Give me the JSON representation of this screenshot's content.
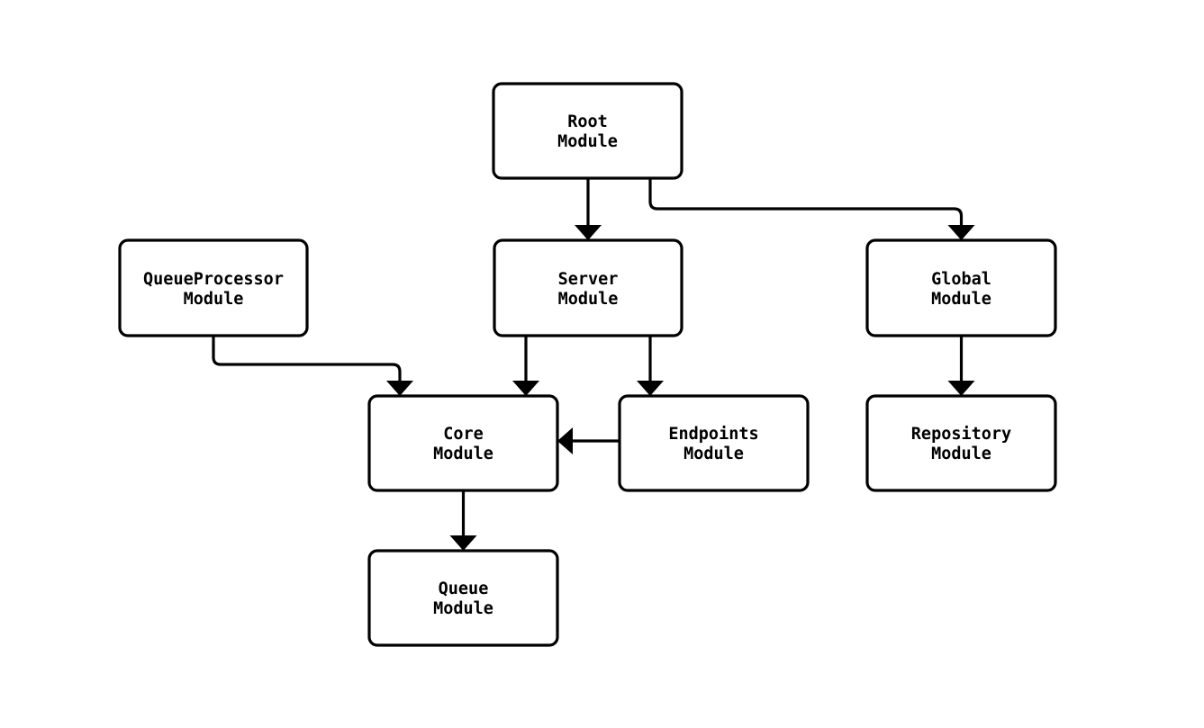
{
  "diagram": {
    "type": "flowchart",
    "background_color": "#ffffff",
    "node_fill_color": "#ffffff",
    "stroke_color": "#000000",
    "text_color": "#000000",
    "nodes": {
      "root": {
        "line1": "Root",
        "line2": "Module"
      },
      "queue_processor": {
        "line1": "QueueProcessor",
        "line2": "Module"
      },
      "server": {
        "line1": "Server",
        "line2": "Module"
      },
      "global": {
        "line1": "Global",
        "line2": "Module"
      },
      "core": {
        "line1": "Core",
        "line2": "Module"
      },
      "endpoints": {
        "line1": "Endpoints",
        "line2": "Module"
      },
      "repository": {
        "line1": "Repository",
        "line2": "Module"
      },
      "queue": {
        "line1": "Queue",
        "line2": "Module"
      }
    },
    "edges": [
      {
        "from": "Root Module",
        "to": "Server Module"
      },
      {
        "from": "Root Module",
        "to": "Global Module"
      },
      {
        "from": "QueueProcessor Module",
        "to": "Core Module"
      },
      {
        "from": "Server Module",
        "to": "Core Module"
      },
      {
        "from": "Server Module",
        "to": "Endpoints Module"
      },
      {
        "from": "Endpoints Module",
        "to": "Core Module"
      },
      {
        "from": "Global Module",
        "to": "Repository Module"
      },
      {
        "from": "Core Module",
        "to": "Queue Module"
      }
    ]
  }
}
